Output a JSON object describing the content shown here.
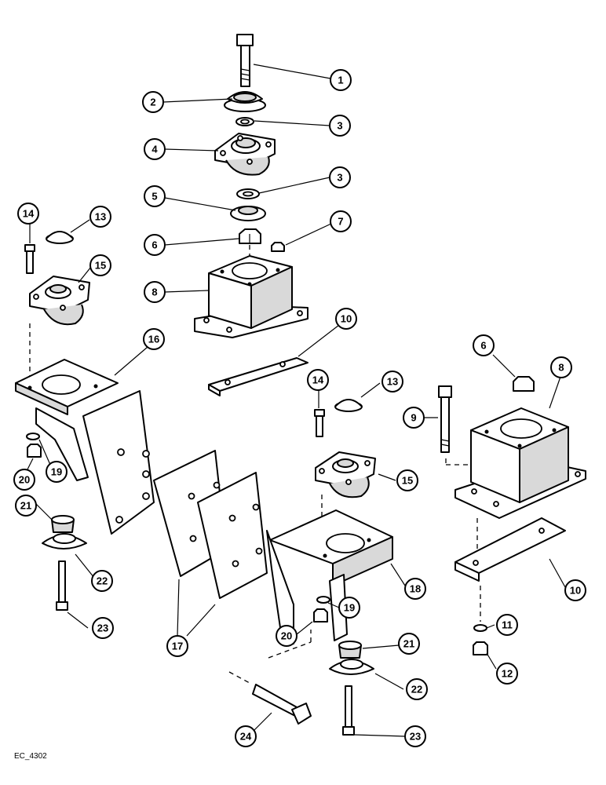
{
  "drawing_code": "EC_4302",
  "callouts": [
    {
      "label": "1"
    },
    {
      "label": "2"
    },
    {
      "label": "3"
    },
    {
      "label": "4"
    },
    {
      "label": "3"
    },
    {
      "label": "5"
    },
    {
      "label": "6"
    },
    {
      "label": "7"
    },
    {
      "label": "8"
    },
    {
      "label": "14"
    },
    {
      "label": "13"
    },
    {
      "label": "15"
    },
    {
      "label": "16"
    },
    {
      "label": "10"
    },
    {
      "label": "19"
    },
    {
      "label": "20"
    },
    {
      "label": "21"
    },
    {
      "label": "22"
    },
    {
      "label": "23"
    },
    {
      "label": "17"
    },
    {
      "label": "14"
    },
    {
      "label": "13"
    },
    {
      "label": "15"
    },
    {
      "label": "18"
    },
    {
      "label": "19"
    },
    {
      "label": "20"
    },
    {
      "label": "21"
    },
    {
      "label": "22"
    },
    {
      "label": "23"
    },
    {
      "label": "24"
    },
    {
      "label": "6"
    },
    {
      "label": "8"
    },
    {
      "label": "9"
    },
    {
      "label": "10"
    },
    {
      "label": "11"
    },
    {
      "label": "12"
    }
  ]
}
